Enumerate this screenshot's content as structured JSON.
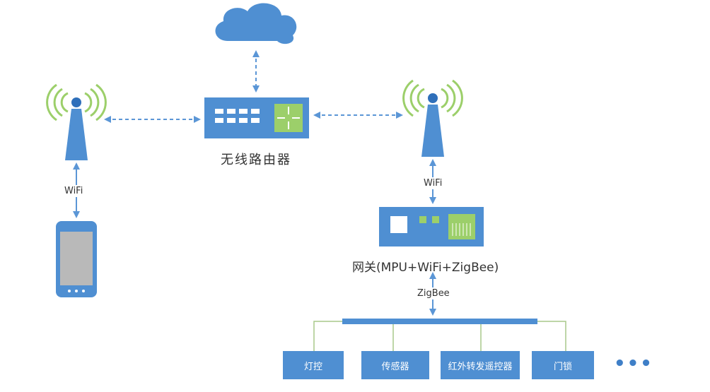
{
  "router": {
    "label": "无线路由器"
  },
  "gateway": {
    "label": "网关(MPU+WiFi+ZigBee)"
  },
  "connections": {
    "wifi_left": "WiFi",
    "wifi_right": "WiFi",
    "zigbee": "ZigBee"
  },
  "devices": [
    {
      "label": "灯控"
    },
    {
      "label": "传感器"
    },
    {
      "label": "红外转发遥控器"
    },
    {
      "label": "门锁"
    }
  ],
  "more": "•••",
  "colors": {
    "primary_blue": "#4f8fd2",
    "dark_blue": "#2f6fba",
    "signal_green": "#9ccf6a",
    "bus_line_green": "#a9c98a",
    "phone_screen": "#b9b9b9",
    "arrow_blue": "#5b96d6"
  }
}
